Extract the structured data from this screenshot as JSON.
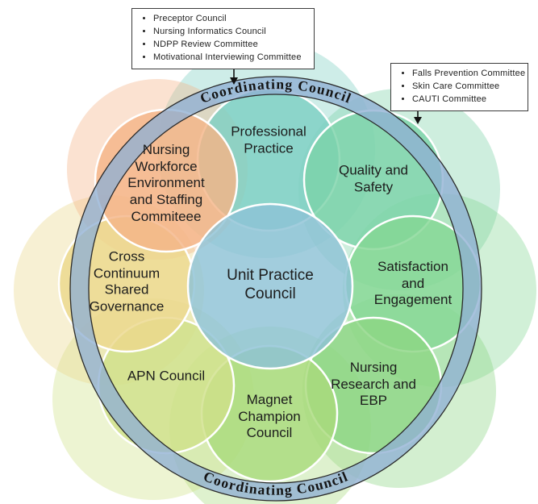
{
  "diagram": {
    "ring": {
      "top_label": "Coordinating Council",
      "bottom_label": "Coordinating Council",
      "band_color": "#8fafd4"
    },
    "center": {
      "label": "Unit Practice Council",
      "color": "#8ec2d6"
    },
    "circles": [
      {
        "label": "Professional Practice",
        "color": "#7ecfc3"
      },
      {
        "label": "Quality and Safety",
        "color": "#7dd3a9"
      },
      {
        "label": "Satisfaction and Engagement",
        "color": "#85d795"
      },
      {
        "label": "Nursing Research and EBP",
        "color": "#8cd684"
      },
      {
        "label": "Magnet Champion Council",
        "color": "#a9db7d"
      },
      {
        "label": "APN Council",
        "color": "#cfe18a"
      },
      {
        "label": "Cross Continuum Shared Governance",
        "color": "#ebd88c"
      },
      {
        "label": "Nursing Workforce Environment and Staffing Commiteee",
        "color": "#f4b487"
      }
    ]
  },
  "callouts": {
    "left": {
      "items": [
        "Preceptor Council",
        "Nursing Informatics Council",
        "NDPP Review Committee",
        "Motivational Interviewing Committee"
      ]
    },
    "right": {
      "items": [
        "Falls Prevention Committee",
        "Skin Care Committee",
        "CAUTI Committee"
      ]
    }
  }
}
